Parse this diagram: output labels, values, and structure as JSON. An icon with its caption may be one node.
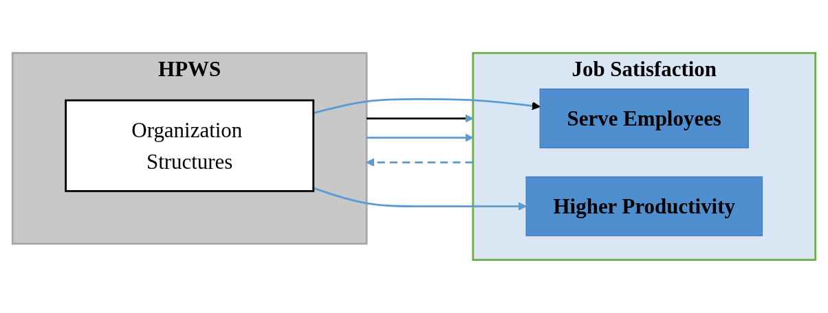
{
  "diagram": {
    "nodes": [
      {
        "text": [
          "HPWS"
        ]
      },
      {
        "text": [
          "Organization Structures"
        ],
        "in": 0
      },
      {
        "text": [
          "Job Satisfaction"
        ]
      },
      {
        "text": [
          "Serve Employees"
        ],
        "in": 2
      },
      {
        "text": [
          "Higher Productivity"
        ],
        "in": 2
      }
    ],
    "edges": [
      {
        "from": 0,
        "to": 2,
        "arrow": "to",
        "color": "#000000"
      },
      {
        "from": 0,
        "to": 2,
        "arrow": "to"
      },
      {
        "from": 1,
        "to": 3,
        "arrow": "to"
      },
      {
        "from": 1,
        "to": 4,
        "arrow": "to"
      },
      {
        "from": 2,
        "to": 0,
        "arrow": "to",
        "style": "dashed"
      }
    ]
  }
}
